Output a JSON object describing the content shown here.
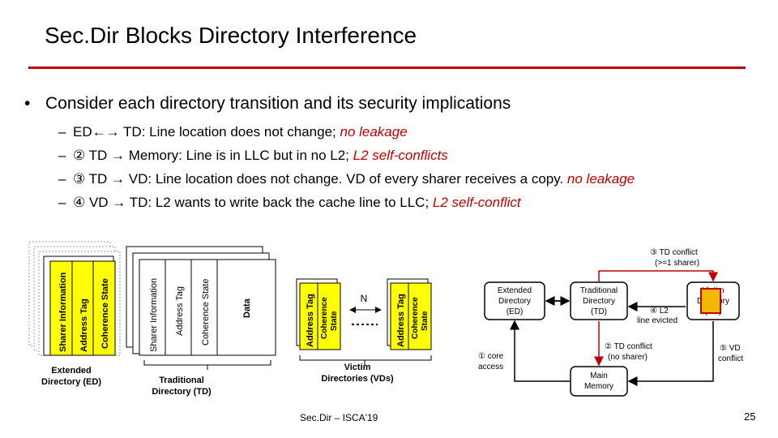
{
  "slide": {
    "title": "Sec.Dir Blocks Directory Interference",
    "bullet": "Consider each directory transition and its security implications",
    "subbullets": [
      {
        "text": "ED←→ TD: Line location does not change; ",
        "note": "no leakage"
      },
      {
        "text": "② TD → Memory: Line is in LLC but in no L2; ",
        "note": "L2 self-conflicts"
      },
      {
        "text": "③ TD → VD: Line location does not change. VD of every sharer receives a copy. ",
        "note": "no leakage"
      },
      {
        "text": "④ VD → TD: L2 wants to write back the cache line to LLC; ",
        "note": "L2 self-conflict"
      }
    ],
    "footer": "Sec.Dir – ISCA'19",
    "page_number": "25"
  },
  "left_diagram": {
    "ed_fields": [
      "Sharer Information",
      "Address Tag",
      "Coherence State"
    ],
    "ed_label_line1": "Extended",
    "ed_label_line2": "Directory (ED)",
    "td_fields": [
      "Sharer Information",
      "Address Tag",
      "Coherence State",
      "Data"
    ],
    "td_label_line1": "Traditional",
    "td_label_line2": "Directory (TD)",
    "vd_fields": [
      "Address Tag",
      "Coherence",
      "State"
    ],
    "vd_n_label": "N",
    "vd_label_line1": "Victim",
    "vd_label_line2": "Directories (VDs)"
  },
  "right_diagram": {
    "ed_box": [
      "Extended",
      "Directory",
      "(ED)"
    ],
    "td_box": [
      "Traditional",
      "Directory",
      "(TD)"
    ],
    "vd_box": [
      "Victim",
      "Directory",
      "(VD)"
    ],
    "mem_box": [
      "Main",
      "Memory"
    ],
    "t3": [
      "③ TD conflict",
      "(>=1 sharer)"
    ],
    "t4": [
      "④ L2",
      "line evicted"
    ],
    "t1": [
      "① core",
      "access"
    ],
    "t2": [
      "② TD conflict",
      "(no sharer)"
    ],
    "t5": [
      "⑤ VD",
      "conflict"
    ]
  },
  "colors": {
    "accent": "#c00000",
    "field_yellow": "#ffff00",
    "vd_highlight": "#f5b800"
  }
}
